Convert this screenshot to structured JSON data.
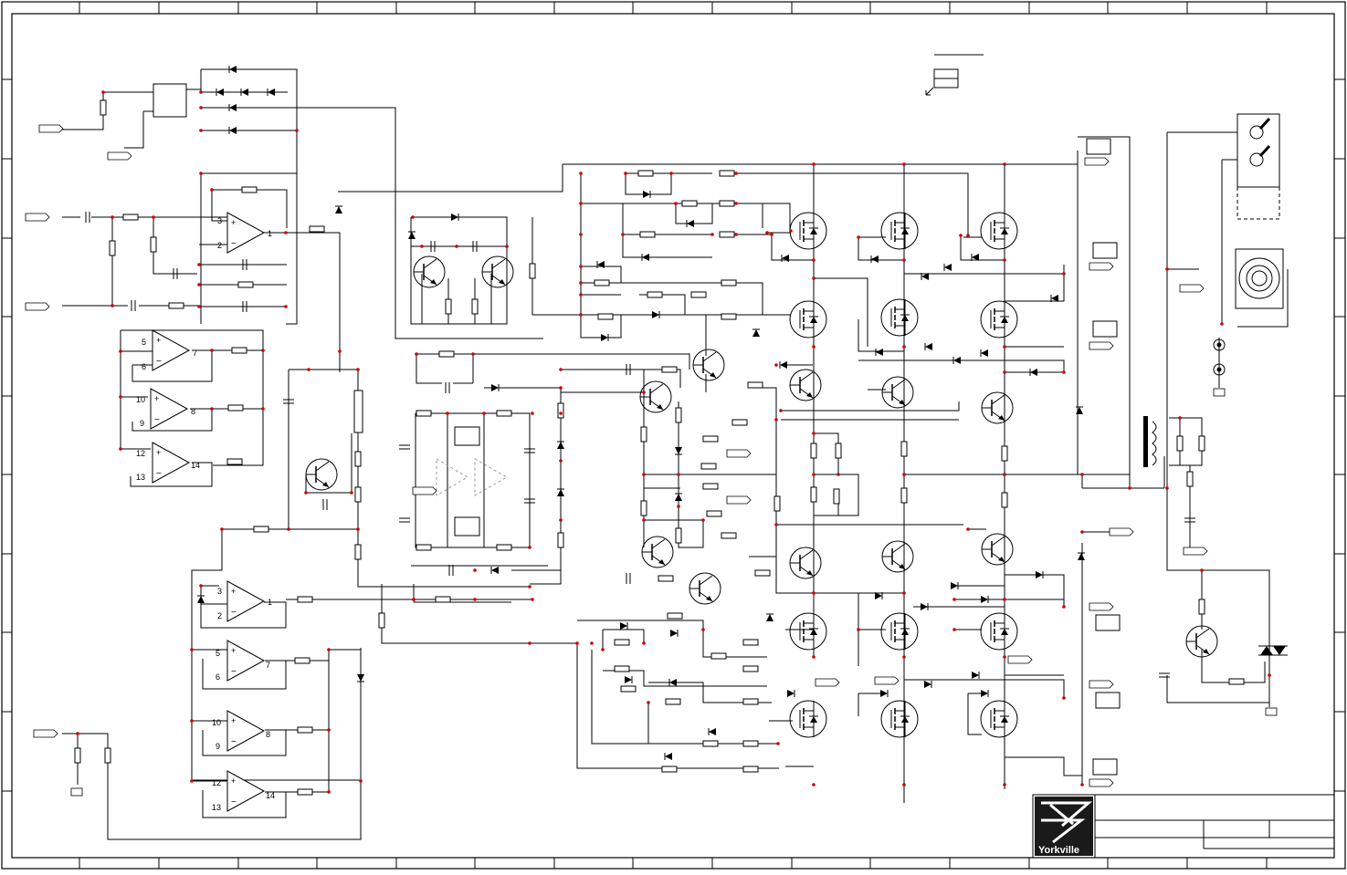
{
  "title_block": {
    "company": "Yorkville"
  },
  "opamp_pins": {
    "u1a": {
      "in_plus": "3",
      "in_minus": "2",
      "out": "1"
    },
    "u1b": {
      "in_plus": "5",
      "in_minus": "6",
      "out": "7"
    },
    "u1c": {
      "in_plus": "10",
      "in_minus": "9",
      "out": "8"
    },
    "u1d": {
      "in_plus": "12",
      "in_minus": "13",
      "out": "14"
    },
    "u2a": {
      "in_plus": "3",
      "in_minus": "2",
      "out": "1"
    },
    "u2b": {
      "in_plus": "5",
      "in_minus": "6",
      "out": "7"
    },
    "u2c": {
      "in_plus": "10",
      "in_minus": "9",
      "out": "8"
    },
    "u2d": {
      "in_plus": "12",
      "in_minus": "13",
      "out": "14"
    }
  },
  "colors": {
    "line": "#000000",
    "junction": "#cc0000",
    "logo_bg": "#1a1a1a"
  }
}
